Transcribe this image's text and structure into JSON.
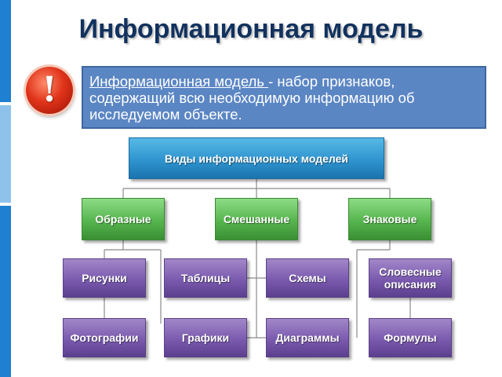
{
  "title": "Информационная модель",
  "badge_symbol": "!",
  "definition": {
    "term": "Информационная модель ",
    "rest": "- набор признаков, содержащий всю необходимую информацию об исследуемом объекте."
  },
  "tree": {
    "root": "Виды  информационных моделей",
    "categories": [
      "Образные",
      "Смешанные",
      "Знаковые"
    ],
    "leaves": {
      "row1": [
        "Рисунки",
        "Таблицы",
        "Схемы",
        "Словесные описания"
      ],
      "row2": [
        "Фотографии",
        "Графики",
        "Диаграммы",
        "Формулы"
      ]
    }
  },
  "colors": {
    "title": "#12325e",
    "definition_bg": "#5b86c4",
    "root_box": "#2f94cf",
    "category_box": "#56b54e",
    "leaf_box": "#7a5aae",
    "badge": "#e0341a",
    "connector": "#8a8a8a"
  }
}
